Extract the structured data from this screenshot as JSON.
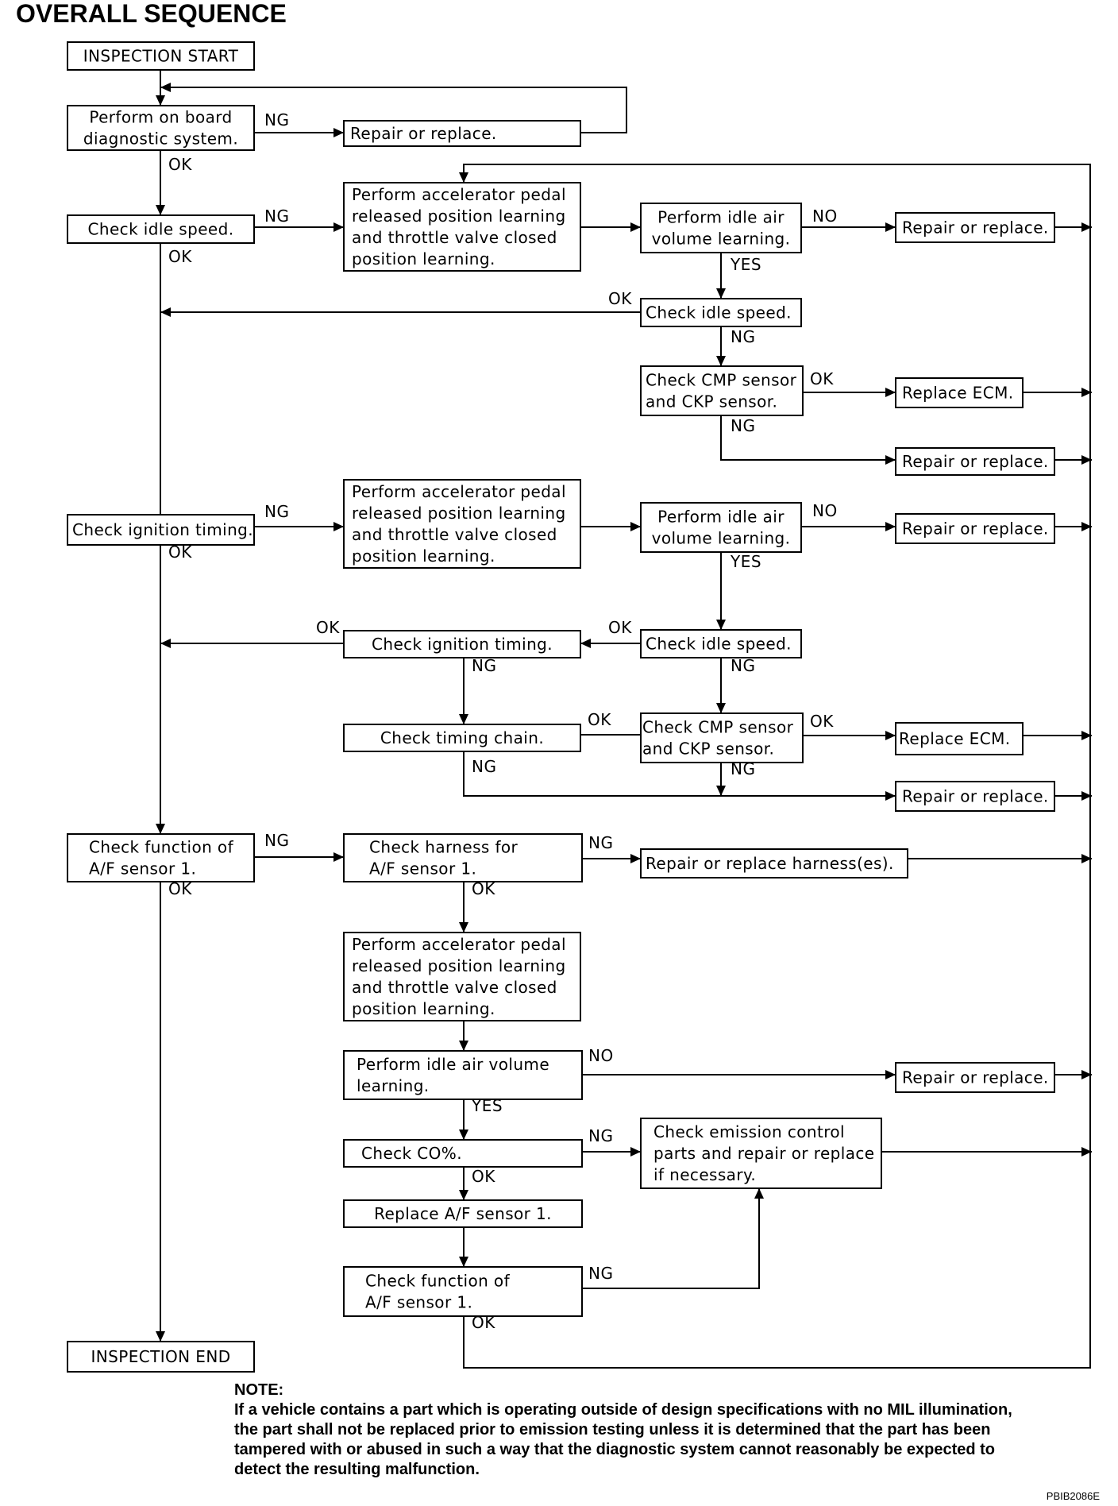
{
  "title": "OVERALL SEQUENCE",
  "boxes": {
    "start": [
      "INSPECTION START"
    ],
    "obd": [
      "Perform on board",
      "diagnostic system."
    ],
    "repair_top": [
      "Repair or replace."
    ],
    "idle1": [
      "Check idle speed."
    ],
    "apl1": [
      "Perform accelerator pedal",
      "released position learning",
      "and throttle valve closed",
      "position learning."
    ],
    "iavl1": [
      "Perform idle air",
      "volume learning."
    ],
    "repair_r1": [
      "Repair or replace."
    ],
    "idle2": [
      "Check idle speed."
    ],
    "cmp1": [
      "Check CMP sensor",
      "and CKP sensor."
    ],
    "ecm1": [
      "Replace ECM."
    ],
    "repair_r2": [
      "Repair or replace."
    ],
    "ign1": [
      "Check ignition timing."
    ],
    "apl2": [
      "Perform accelerator pedal",
      "released position learning",
      "and throttle valve closed",
      "position learning."
    ],
    "iavl2": [
      "Perform idle air",
      "volume learning."
    ],
    "repair_r3": [
      "Repair or replace."
    ],
    "ign2": [
      "Check ignition timing."
    ],
    "idle3": [
      "Check idle speed."
    ],
    "chain": [
      "Check timing chain."
    ],
    "cmp2": [
      "Check CMP sensor",
      "and CKP sensor."
    ],
    "ecm2": [
      "Replace ECM."
    ],
    "repair_r4": [
      "Repair or replace."
    ],
    "af1": [
      "Check function of",
      "A/F sensor 1."
    ],
    "harness": [
      "Check harness for",
      "A/F sensor 1."
    ],
    "repair_harness": [
      "Repair or replace harness(es)."
    ],
    "apl3": [
      "Perform accelerator pedal",
      "released position learning",
      "and throttle valve closed",
      "position learning."
    ],
    "iavl3": [
      "Perform idle air volume",
      "learning."
    ],
    "repair_r5": [
      "Repair or replace."
    ],
    "co": [
      "Check CO%."
    ],
    "emission": [
      "Check emission control",
      "parts and repair or replace",
      "if necessary."
    ],
    "replace_af": [
      "Replace A/F sensor 1."
    ],
    "af2": [
      "Check function of",
      "A/F sensor 1."
    ],
    "end": [
      "INSPECTION END"
    ]
  },
  "labels": {
    "ok": "OK",
    "ng": "NG",
    "yes": "YES",
    "no": "NO"
  },
  "note": {
    "heading": "NOTE:",
    "lines": [
      "If a vehicle contains a part which is operating outside of design specifications with no MIL illumination,",
      "the part shall not be replaced prior to emission testing unless it is determined that the part has been",
      "tampered with or abused in such a way that the diagnostic system cannot reasonably be expected to",
      "detect the resulting malfunction."
    ]
  },
  "figure_code": "PBIB2086E"
}
